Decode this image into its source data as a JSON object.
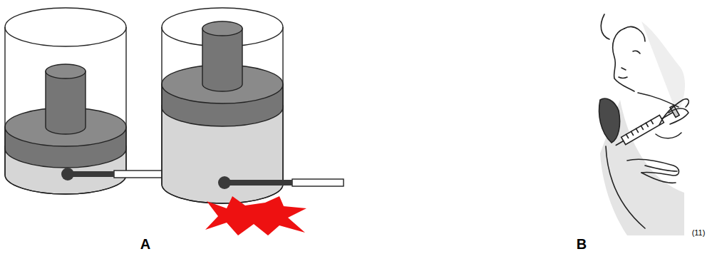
{
  "diagram": {
    "labels": [
      "A",
      "B",
      "(11)"
    ]
  }
}
